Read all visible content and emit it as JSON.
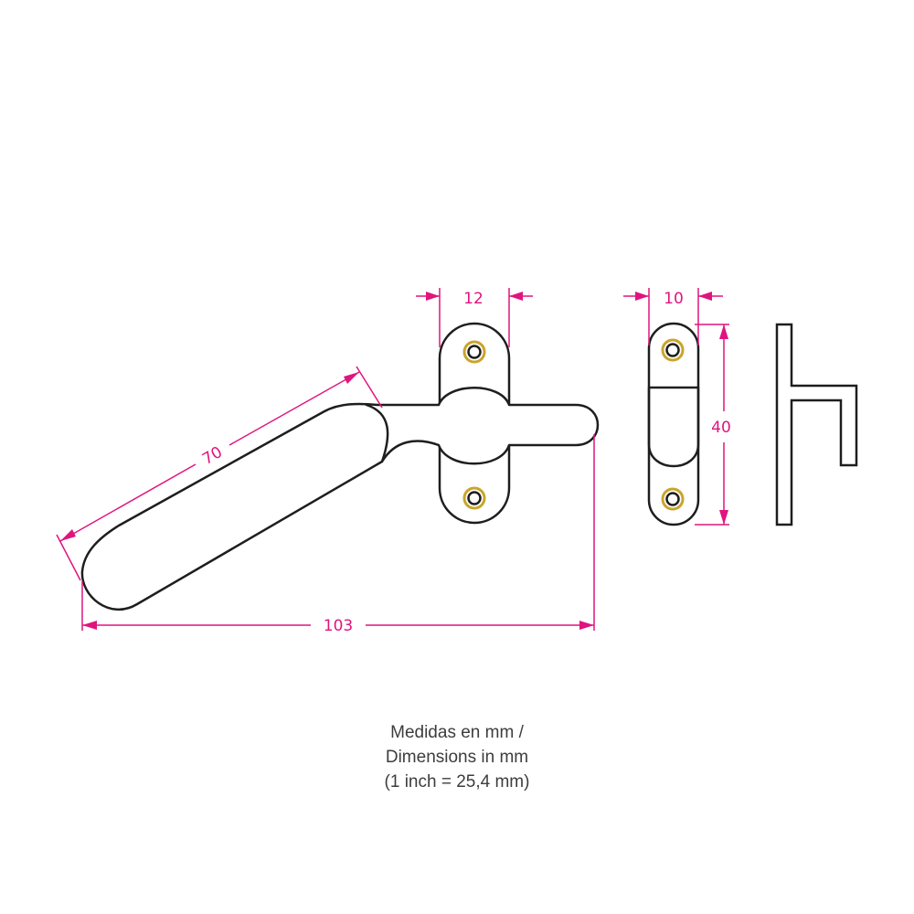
{
  "colors": {
    "outline": "#1e1e1e",
    "dimension": "#e0147f",
    "screw": "#c9a52b",
    "footnote_text": "#3d3d3d"
  },
  "dimensions": {
    "handle_length": "70",
    "total_length": "103",
    "base_width": "12",
    "keeper_width": "10",
    "keeper_height": "40"
  },
  "footnote": {
    "line1": "Medidas en mm /",
    "line2": "Dimensions in mm",
    "line3": "(1 inch = 25,4 mm)"
  }
}
